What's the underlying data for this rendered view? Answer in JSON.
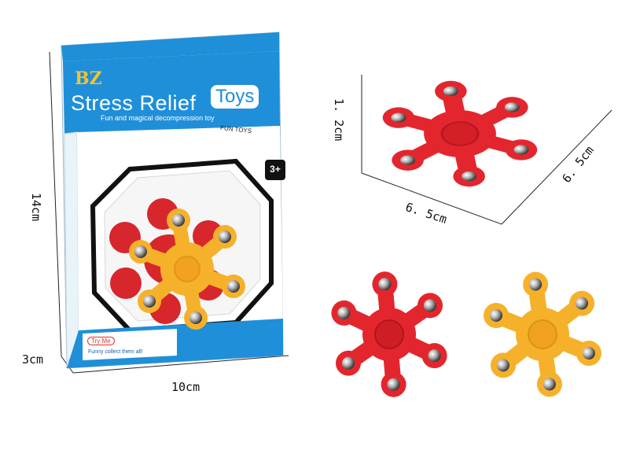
{
  "package": {
    "brand": "BZ",
    "title_main": "Stress Relief",
    "title_toys": "Toys",
    "tagline": "Fun and magical decompression toy",
    "side_label": "FUN TOYS",
    "age_badge": "3+",
    "try_me": "Try Me",
    "collect_text": "Funny collect them all!"
  },
  "dimensions": {
    "box_height": "14cm",
    "box_depth": "3cm",
    "box_width": "10cm",
    "spinner_thickness": "1. 2cm",
    "spinner_width": "6. 5cm",
    "spinner_depth": "6. 5cm"
  },
  "colors": {
    "box_blue": "#1f8fd9",
    "spinner_red": "#e3262e",
    "spinner_yellow": "#f6b12b",
    "ball_steel": "#cfcfcf"
  }
}
